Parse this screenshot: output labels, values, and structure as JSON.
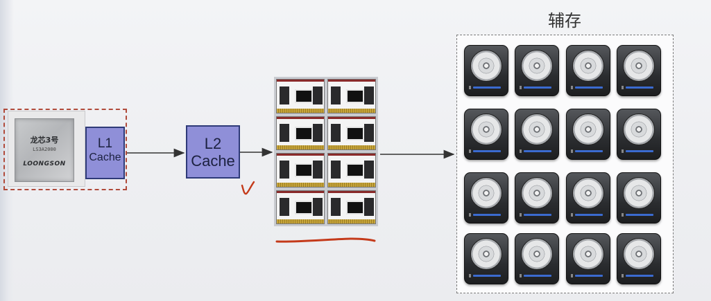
{
  "cpu": {
    "chip_name": "龙芯3号",
    "chip_model": "LS3A2000",
    "chip_brand": "LOONGSON",
    "l1_line1": "L1",
    "l1_line2": "Cache"
  },
  "l2": {
    "line1": "L2",
    "line2": "Cache"
  },
  "ram": {
    "module_count": 8
  },
  "storage": {
    "title": "辅存",
    "disk_count": 16
  },
  "annotations": {
    "checkmark": "✓",
    "underline": "red underline"
  },
  "colors": {
    "cache_fill": "#8f8fd8",
    "cache_border": "#2e3a78",
    "cpu_dashed_border": "#b04a3a",
    "annotation_red": "#c43a1a",
    "arrow": "#333333"
  }
}
